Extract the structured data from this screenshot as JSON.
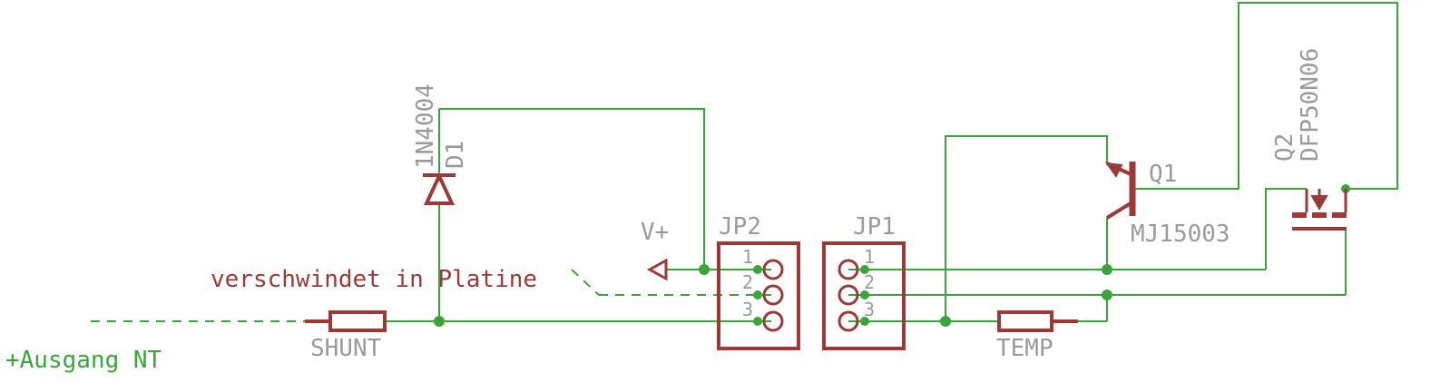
{
  "components": {
    "d1": {
      "name": "D1",
      "value": "1N4004"
    },
    "shunt": {
      "name": "SHUNT"
    },
    "temp": {
      "name": "TEMP"
    },
    "jp1": {
      "name": "JP1",
      "pins": [
        "1",
        "2",
        "3"
      ]
    },
    "jp2": {
      "name": "JP2",
      "pins": [
        "1",
        "2",
        "3"
      ]
    },
    "q1": {
      "name": "Q1",
      "value": "MJ15003"
    },
    "q2": {
      "name": "Q2",
      "value": "DFP50N06"
    }
  },
  "labels": {
    "supply": "V+",
    "note": "verschwindet in Platine",
    "net": "+Ausgang NT"
  },
  "colors": {
    "wire": "#3aa63a",
    "part": "#9c3a3a",
    "label": "#9a9a9a",
    "background": "#ffffff"
  }
}
